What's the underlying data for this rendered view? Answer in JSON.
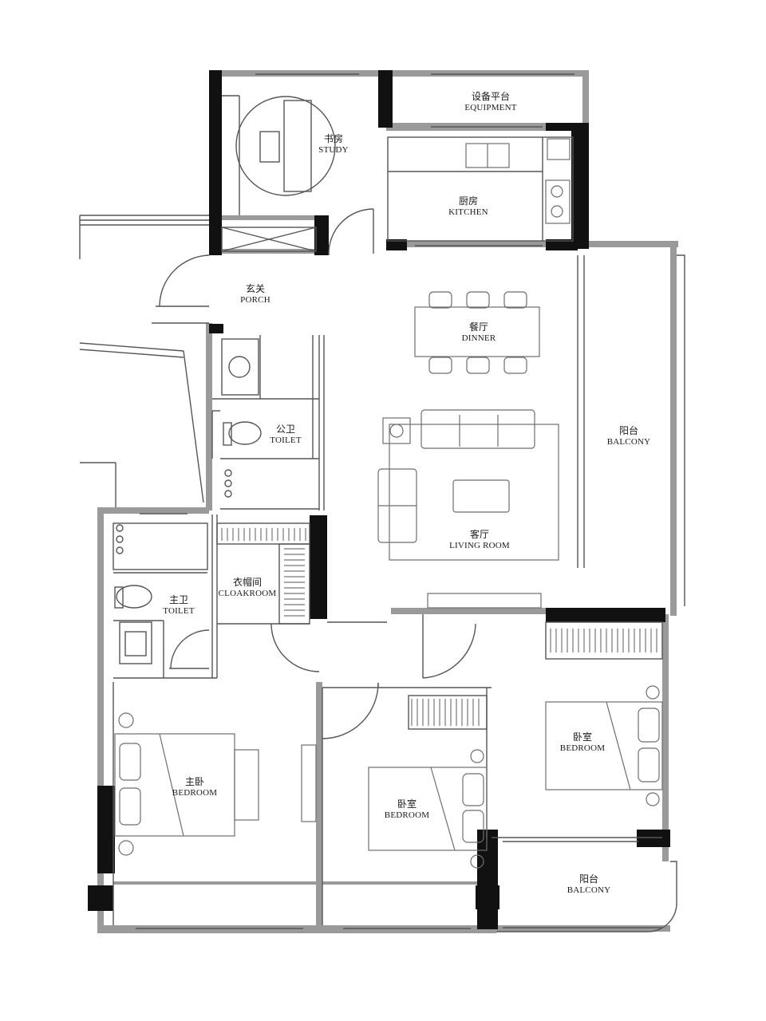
{
  "colors": {
    "wall_dark": "#111111",
    "wall_gray": "#9a9a9a",
    "line": "#555555",
    "furniture": "#7a7a7a",
    "bg": "#ffffff"
  },
  "rooms": {
    "study": {
      "cn": "书房",
      "en": "STUDY"
    },
    "equipment": {
      "cn": "设备平台",
      "en": "EQUIPMENT"
    },
    "kitchen": {
      "cn": "厨房",
      "en": "KITCHEN"
    },
    "porch": {
      "cn": "玄关",
      "en": "PORCH"
    },
    "dinner": {
      "cn": "餐厅",
      "en": "DINNER"
    },
    "public_toilet": {
      "cn": "公卫",
      "en": "TOILET"
    },
    "balcony_east": {
      "cn": "阳台",
      "en": "BALCONY"
    },
    "living_room": {
      "cn": "客厅",
      "en": "LIVING ROOM"
    },
    "master_toilet": {
      "cn": "主卫",
      "en": "TOILET"
    },
    "cloakroom": {
      "cn": "衣帽间",
      "en": "CLOAKROOM"
    },
    "master_bedroom": {
      "cn": "主卧",
      "en": "BEDROOM"
    },
    "bedroom_middle": {
      "cn": "卧室",
      "en": "BEDROOM"
    },
    "bedroom_east": {
      "cn": "卧室",
      "en": "BEDROOM"
    },
    "balcony_south": {
      "cn": "阳台",
      "en": "BALCONY"
    }
  }
}
